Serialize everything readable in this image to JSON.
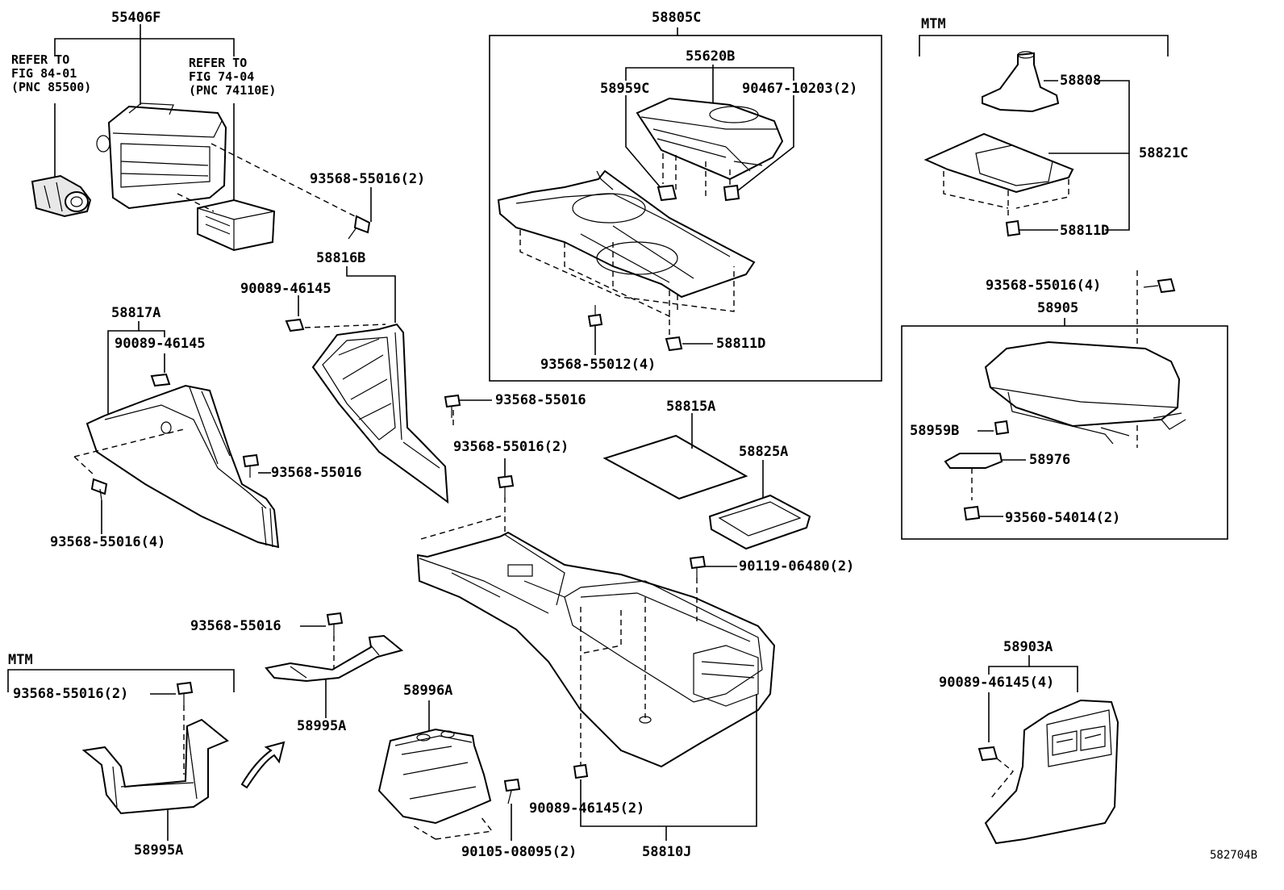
{
  "labels": {
    "p55406F": "55406F",
    "p58805C": "58805C",
    "p55620B": "55620B",
    "p58959C": "58959C",
    "p90467": "90467-10203(2)",
    "p93568_55016_2a": "93568-55016(2)",
    "p58816B": "58816B",
    "p90089_46145_a": "90089-46145",
    "p58817A": "58817A",
    "p90089_46145_b": "90089-46145",
    "p93568_55016_a": "93568-55016",
    "p93568_55016_b": "93568-55016",
    "p93568_55016_4a": "93568-55016(4)",
    "p93568_55012_4": "93568-55012(4)",
    "p58811D_a": "58811D",
    "p58815A": "58815A",
    "p58825A": "58825A",
    "p93568_55016_2b": "93568-55016(2)",
    "p90119": "90119-06480(2)",
    "p93568_55016_c": "93568-55016",
    "p58995A_a": "58995A",
    "p93568_55016_2c": "93568-55016(2)",
    "p58995A_b": "58995A",
    "p58996A": "58996A",
    "p90105": "90105-08095(2)",
    "p90089_46145_2": "90089-46145(2)",
    "p58810J": "58810J",
    "p58808": "58808",
    "p58821C": "58821C",
    "p58811D_b": "58811D",
    "p93568_55016_4b": "93568-55016(4)",
    "p58905": "58905",
    "p58959B": "58959B",
    "p58976": "58976",
    "p93560": "93560-54014(2)",
    "p58903A": "58903A",
    "p90089_46145_4": "90089-46145(4)",
    "mtm_top": "MTM",
    "mtm_bottom": "MTM",
    "ref1_l1": "REFER TO",
    "ref1_l2": "FIG 84-01",
    "ref1_l3": "(PNC 85500)",
    "ref2_l1": "REFER TO",
    "ref2_l2": "FIG 74-04",
    "ref2_l3": "(PNC 74110E)",
    "figure_id": "582704B"
  }
}
